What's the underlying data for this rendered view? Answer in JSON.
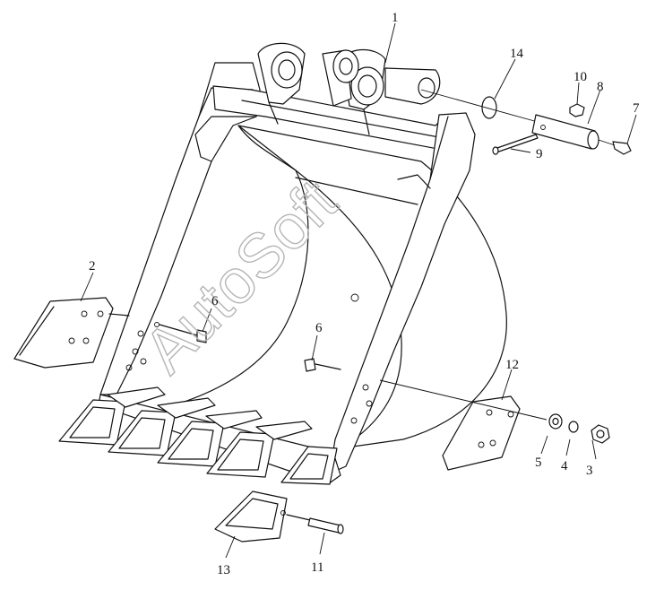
{
  "watermark": "AutoSoft",
  "callouts": {
    "c1": "1",
    "c2": "2",
    "c3": "3",
    "c4": "4",
    "c5": "5",
    "c6a": "6",
    "c6b": "6",
    "c7": "7",
    "c8": "8",
    "c9": "9",
    "c10": "10",
    "c11": "11",
    "c12": "12",
    "c13": "13",
    "c14": "14"
  }
}
